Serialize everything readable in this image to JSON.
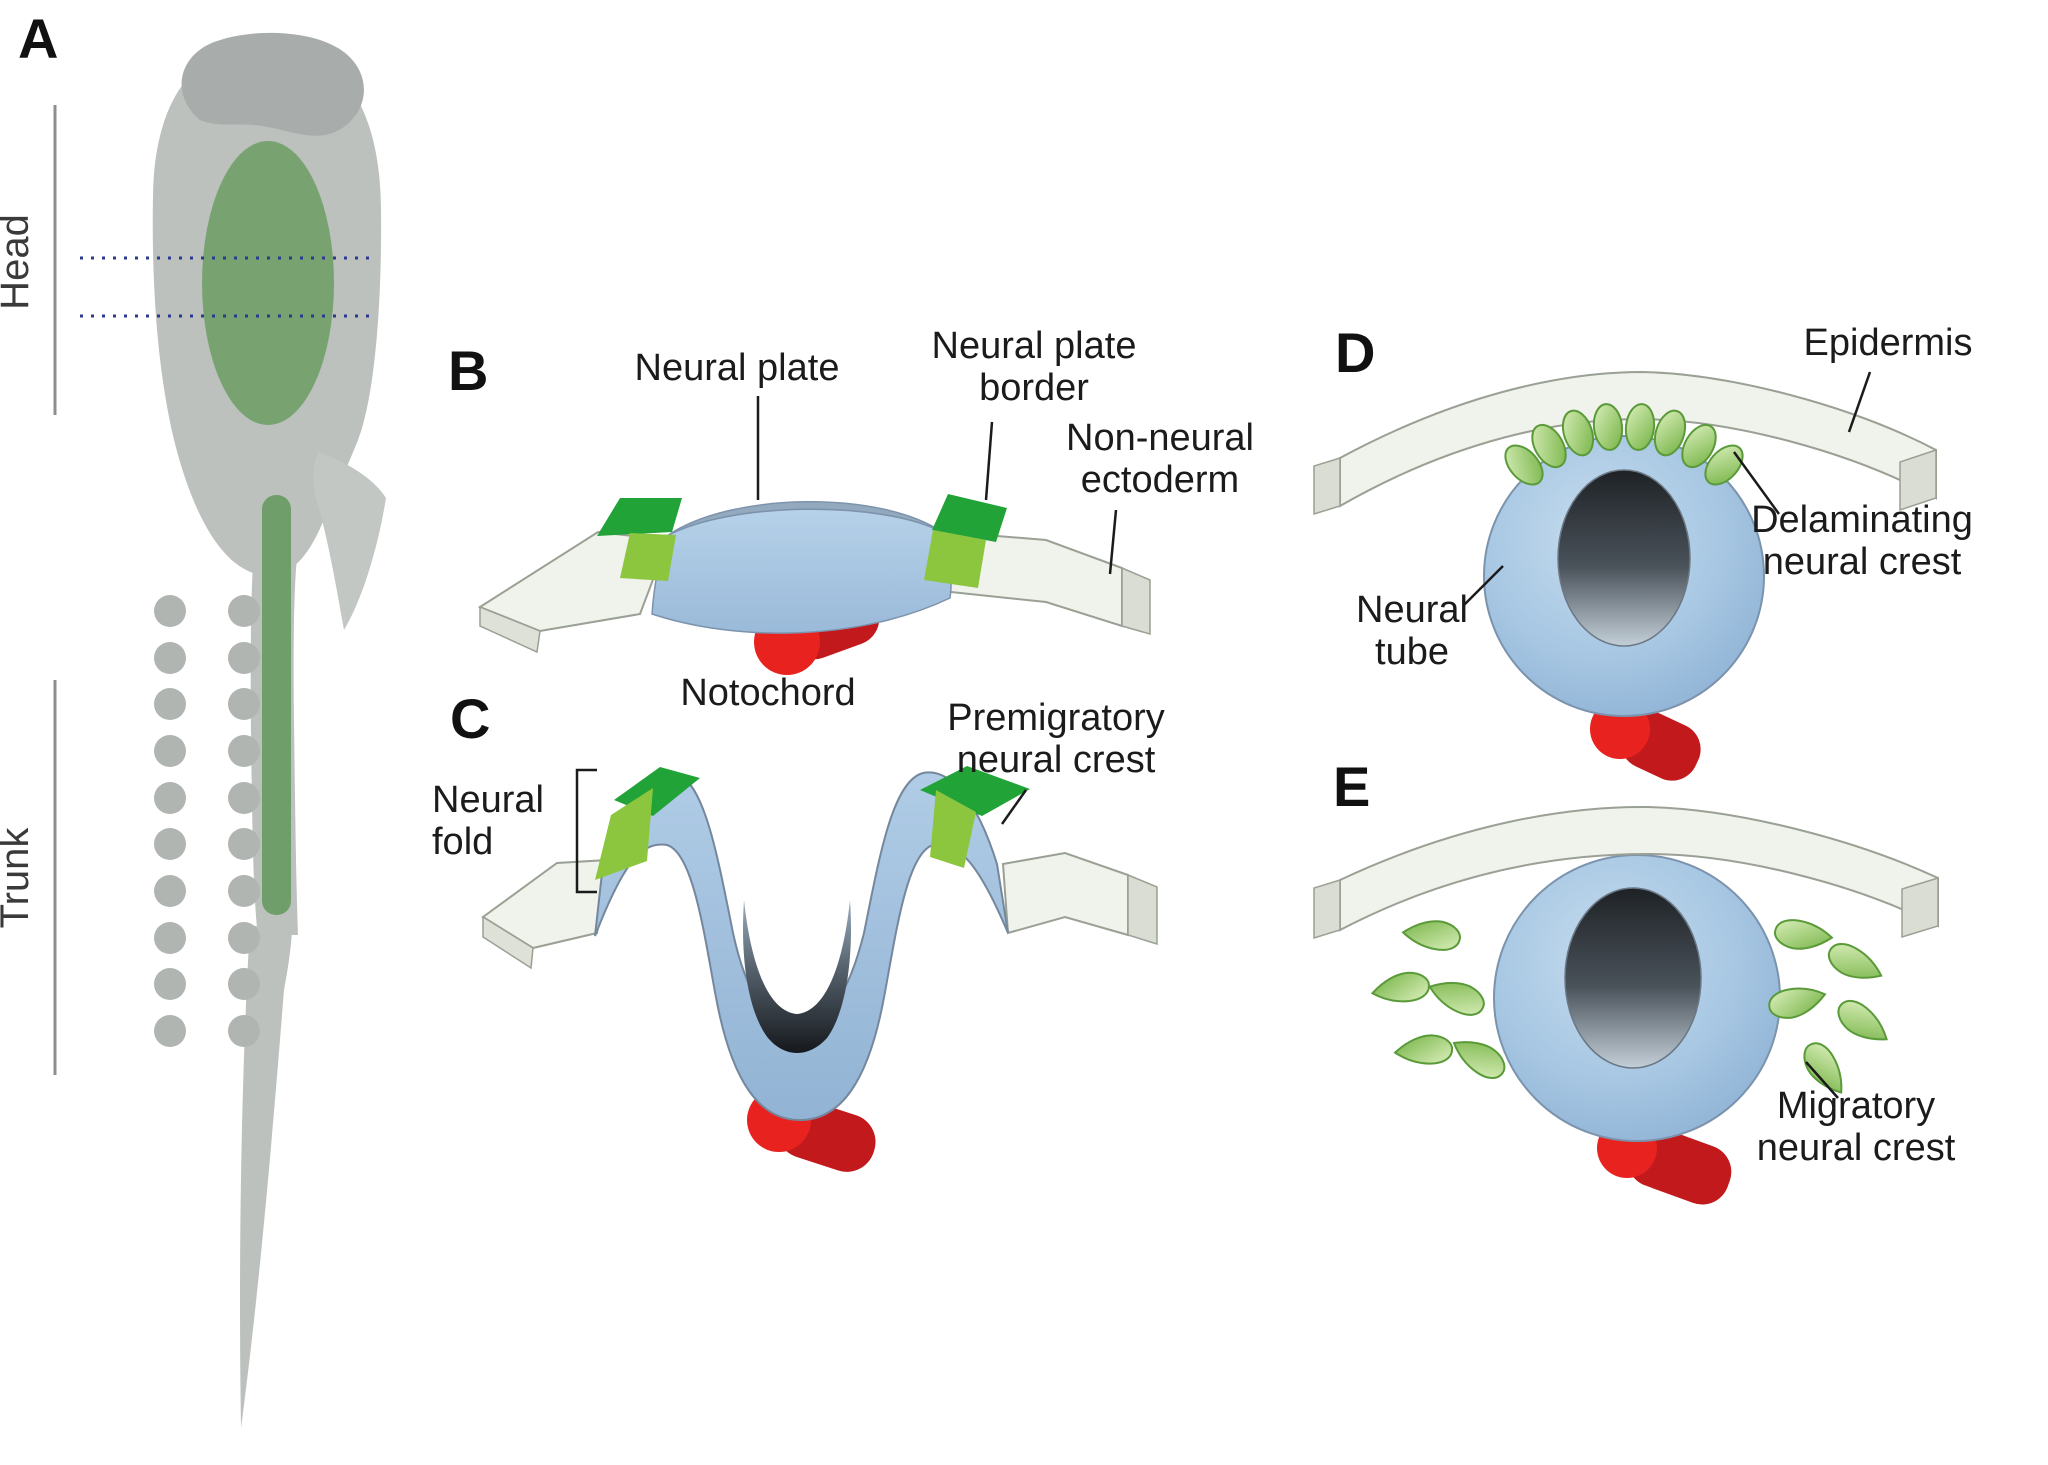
{
  "panelA": {
    "letter": "A",
    "head_label": "Head",
    "trunk_label": "Trunk"
  },
  "panelB": {
    "letter": "B",
    "neural_plate_label": "Neural plate",
    "border_label_line1": "Neural plate",
    "border_label_line2": "border",
    "non_neural_label_line1": "Non-neural",
    "non_neural_label_line2": "ectoderm",
    "notochord_label": "Notochord"
  },
  "panelC": {
    "letter": "C",
    "premigratory_label_line1": "Premigratory",
    "premigratory_label_line2": "neural crest",
    "neural_fold_label_line1": "Neural",
    "neural_fold_label_line2": "fold"
  },
  "panelD": {
    "letter": "D",
    "epidermis_label": "Epidermis",
    "delaminating_label_line1": "Delaminating",
    "delaminating_label_line2": "neural crest",
    "neural_tube_label_line1": "Neural",
    "neural_tube_label_line2": "tube"
  },
  "panelE": {
    "letter": "E",
    "migratory_label_line1": "Migratory",
    "migratory_label_line2": "neural crest"
  },
  "colors": {
    "neural_plate_blue": "#a9c6e0",
    "border_dark_green": "#21a338",
    "border_light_green": "#8cc63e",
    "notochord_red": "#e8231f",
    "notochord_dark_red": "#c2191c",
    "embryo_gray": "#bdc1be",
    "embryo_head_gray": "#a8adab",
    "neural_green": "#78a371",
    "epidermis_white": "#f0f2ec",
    "section_line_blue": "#2b3990",
    "crest_cell_green": "#8cc63e"
  }
}
